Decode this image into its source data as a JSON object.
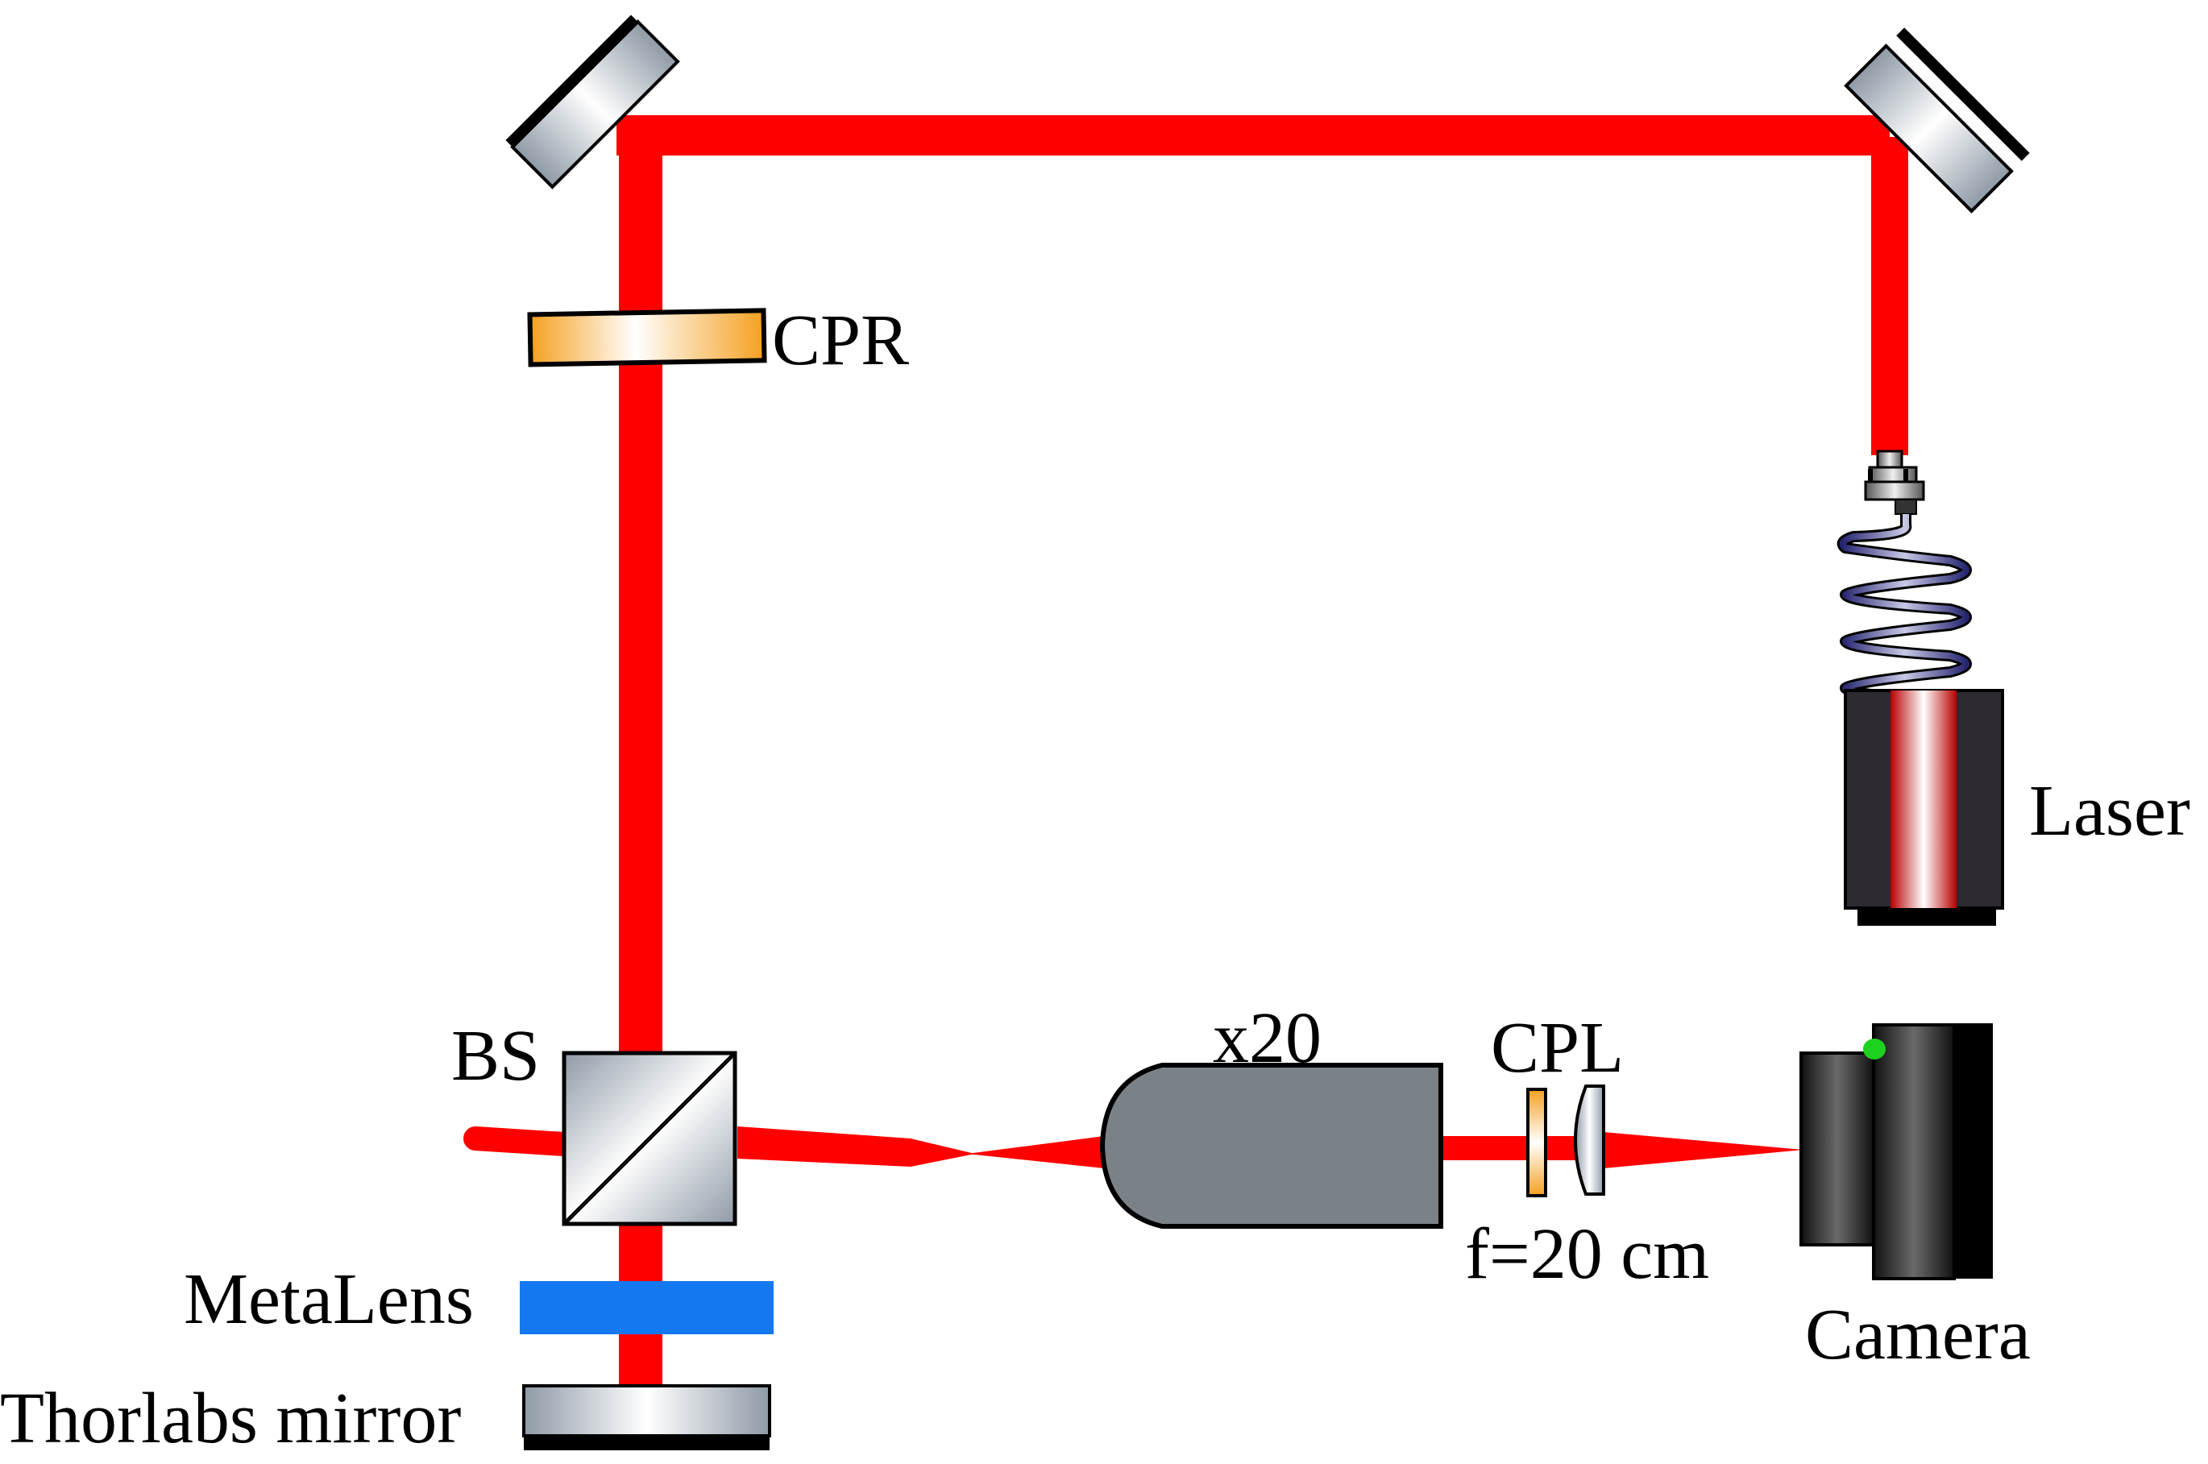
{
  "labels": {
    "cpr": "CPR",
    "laser": "Laser",
    "bs": "BS",
    "objective": "x20",
    "cpl": "CPL",
    "focal_length": "f=20 cm",
    "camera": "Camera",
    "metalens": "MetaLens",
    "mirror": "Thorlabs mirror"
  },
  "colors": {
    "beam": "#ff0000",
    "metalens": "#1478f0",
    "retarder": "#f5a623",
    "objective": "#7a8287",
    "outline": "#000000"
  }
}
